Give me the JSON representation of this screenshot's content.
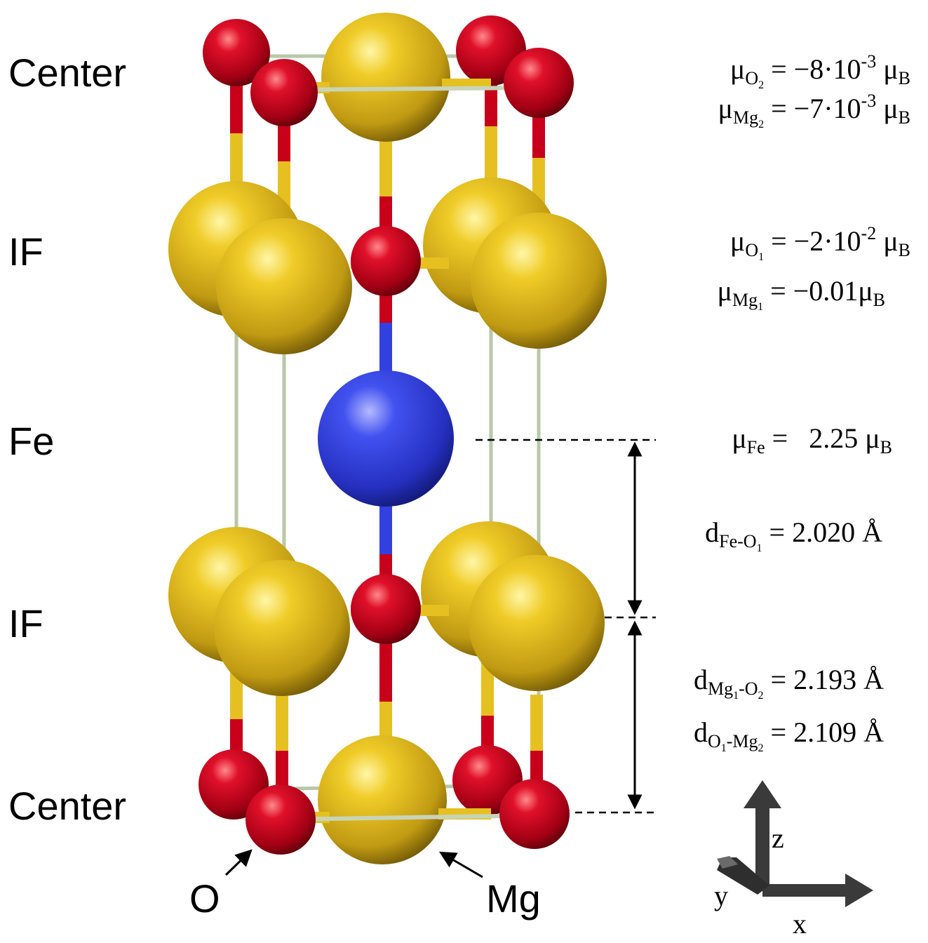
{
  "layers": {
    "top_center": "Center",
    "upper_if": "IF",
    "fe": "Fe",
    "lower_if": "IF",
    "bottom_center": "Center"
  },
  "species": {
    "oxygen": "O",
    "magnesium": "Mg"
  },
  "moments": {
    "mu_o2": {
      "sym": "μ",
      "sub": "O",
      "subsub": "2",
      "eq": " = −8·10",
      "exp": "-3",
      "unit": " μ",
      "unit_sub": "B"
    },
    "mu_mg2": {
      "sym": "μ",
      "sub": "Mg",
      "subsub": "2",
      "eq": " = −7·10",
      "exp": "-3",
      "unit": " μ",
      "unit_sub": "B"
    },
    "mu_o1": {
      "sym": "μ",
      "sub": "O",
      "subsub": "1",
      "eq": " = −2·10",
      "exp": "-2",
      "unit": " μ",
      "unit_sub": "B"
    },
    "mu_mg1": {
      "sym": "μ",
      "sub": "Mg",
      "subsub": "1",
      "eq": " = −0.01",
      "unit": "μ",
      "unit_sub": "B"
    },
    "mu_fe": {
      "sym": "μ",
      "sub": "Fe",
      "eq": " =   2.25 ",
      "unit": "μ",
      "unit_sub": "B"
    }
  },
  "distances": {
    "d_fe_o1": {
      "sym": "d",
      "sub": "Fe-O",
      "subsub": "1",
      "eq": " = 2.020 Å"
    },
    "d_mg1_o2": {
      "sym": "d",
      "sub_a": "Mg",
      "subsub_a": "1",
      "sub_b": "-O",
      "subsub_b": "2",
      "eq": " = 2.193 Å"
    },
    "d_o1_mg2": {
      "sym": "d",
      "sub_a": "O",
      "subsub_a": "1",
      "sub_b": "-Mg",
      "subsub_b": "2",
      "eq": " = 2.109 Å"
    }
  },
  "axes": {
    "x": "x",
    "y": "y",
    "z": "z"
  },
  "colors": {
    "oxygen": "#c8001a",
    "magnesium": "#e6c021",
    "iron": "#3340e0",
    "cell_edge": "#b8c7a8",
    "axis_gizmo": "#3a3a3a"
  }
}
